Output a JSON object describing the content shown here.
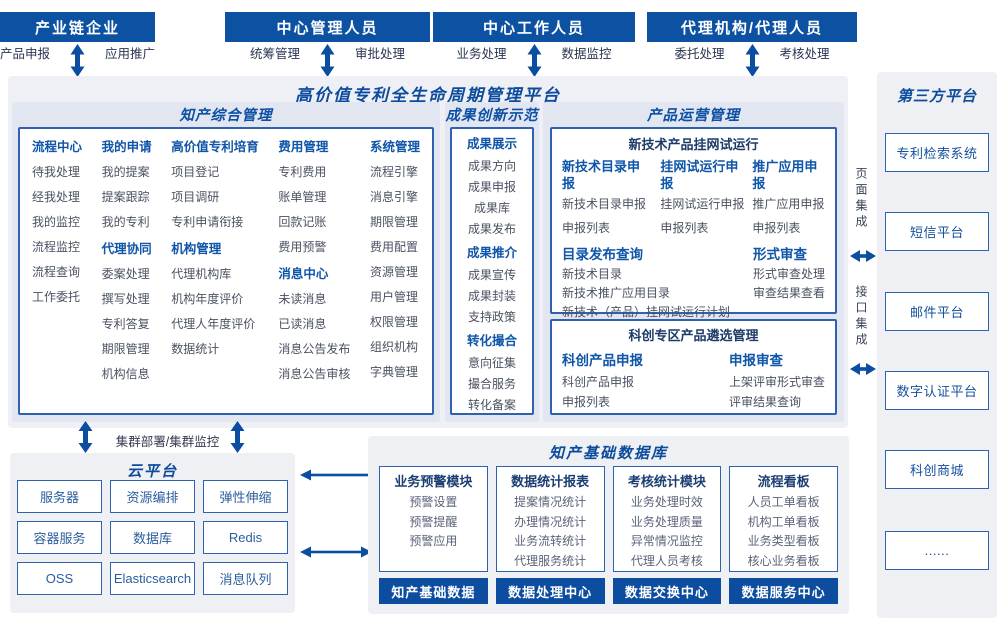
{
  "colors": {
    "bar_blue": "#0d52a2",
    "accent_blue": "#0f55a8",
    "title_blue": "#0d4c9c",
    "border_blue": "#2e62ad",
    "dark_footer_blue": "#0d4da0",
    "item_gray": "#4a5161",
    "panel_lavender": "#e2e6f1",
    "container_gray": "#eff0f5",
    "arrow_blue": "#0b4da1"
  },
  "actors": [
    {
      "title": "中心管理人员",
      "left": "统筹管理",
      "right": "审批处理"
    },
    {
      "title": "中心工作人员",
      "left": "业务处理",
      "right": "数据监控"
    },
    {
      "title": "代理机构/代理人员",
      "left": "委托处理",
      "right": "考核处理"
    },
    {
      "title": "产业链企业",
      "left": "产品申报",
      "right": "应用推广"
    }
  ],
  "platform": {
    "title": "高价值专利全生命周期管理平台"
  },
  "ip_mgmt": {
    "title": "知产综合管理",
    "columns": [
      {
        "groups": [
          {
            "header": "流程中心",
            "items": [
              "待我处理",
              "经我处理",
              "我的监控",
              "流程监控",
              "流程查询",
              "工作委托"
            ]
          }
        ]
      },
      {
        "groups": [
          {
            "header": "我的申请",
            "items": [
              "我的提案",
              "提案跟踪",
              "我的专利"
            ]
          },
          {
            "header": "代理协同",
            "items": [
              "委案处理",
              "撰写处理",
              "专利答复",
              "期限管理",
              "机构信息"
            ]
          }
        ]
      },
      {
        "groups": [
          {
            "header": "高价值专利培育",
            "items": [
              "项目登记",
              "项目调研",
              "专利申请衔接"
            ]
          },
          {
            "header": "机构管理",
            "items": [
              "代理机构库",
              "机构年度评价",
              "代理人年度评价",
              "数据统计"
            ]
          }
        ]
      },
      {
        "groups": [
          {
            "header": "费用管理",
            "items": [
              "专利费用",
              "账单管理",
              "回款记账",
              "费用预警"
            ]
          },
          {
            "header": "消息中心",
            "items": [
              "未读消息",
              "已读消息",
              "消息公告发布",
              "消息公告审核"
            ]
          }
        ]
      },
      {
        "groups": [
          {
            "header": "系统管理",
            "items": [
              "流程引擎",
              "消息引擎",
              "期限管理",
              "费用配置",
              "资源管理",
              "用户管理",
              "权限管理",
              "组织机构",
              "字典管理"
            ]
          }
        ]
      }
    ]
  },
  "achievement": {
    "title": "成果创新示范",
    "groups": [
      {
        "header": "成果展示",
        "items": [
          "成果方向",
          "成果申报",
          "成果库",
          "成果发布"
        ]
      },
      {
        "header": "成果推介",
        "items": [
          "成果宣传",
          "成果封装",
          "支持政策"
        ]
      },
      {
        "header": "转化撮合",
        "items": [
          "意向征集",
          "撮合服务",
          "转化备案"
        ]
      }
    ]
  },
  "product_ops": {
    "title": "产品运营管理",
    "trial": {
      "title": "新技术产品挂网试运行",
      "cols": [
        {
          "header": "新技术目录申报",
          "items": [
            "新技术目录申报",
            "申报列表"
          ]
        },
        {
          "header": "挂网试运行申报",
          "items": [
            "挂网试运行申报",
            "申报列表"
          ]
        },
        {
          "header": "推广应用申报",
          "items": [
            "推广应用申报",
            "申报列表"
          ]
        }
      ],
      "catalog": {
        "header": "目录发布查询",
        "items": [
          "新技术目录",
          "新技术推广应用目录",
          "新技术（产品）挂网试运行计划"
        ]
      },
      "review": {
        "header": "形式审查",
        "items": [
          "形式审查处理",
          "审查结果查看"
        ]
      }
    },
    "sci": {
      "title": "科创专区产品遴选管理",
      "cols": [
        {
          "header": "科创产品申报",
          "items": [
            "科创产品申报",
            "申报列表"
          ]
        },
        {
          "header": "申报审查",
          "items": [
            "上架评审形式审查",
            "评审结果查询"
          ]
        }
      ]
    }
  },
  "integration": {
    "page": "页面集成",
    "api": "接口集成"
  },
  "third_party": {
    "title": "第三方平台",
    "systems": [
      "专利检索系统",
      "短信平台",
      "邮件平台",
      "数字认证平台",
      "科创商城",
      "......"
    ]
  },
  "cluster": {
    "label": "集群部署/集群监控"
  },
  "cloud": {
    "title": "云平台",
    "services": [
      "服务器",
      "资源编排",
      "弹性伸缩",
      "容器服务",
      "数据库",
      "Redis",
      "OSS",
      "Elasticsearch",
      "消息队列"
    ]
  },
  "database": {
    "title": "知产基础数据库",
    "modules": [
      {
        "header": "业务预警模块",
        "items": [
          "预警设置",
          "预警提醒",
          "预警应用"
        ],
        "footer": "知产基础数据"
      },
      {
        "header": "数据统计报表",
        "items": [
          "提案情况统计",
          "办理情况统计",
          "业务流转统计",
          "代理服务统计"
        ],
        "footer": "数据处理中心"
      },
      {
        "header": "考核统计模块",
        "items": [
          "业务处理时效",
          "业务处理质量",
          "异常情况监控",
          "代理人员考核"
        ],
        "footer": "数据交换中心"
      },
      {
        "header": "流程看板",
        "items": [
          "人员工单看板",
          "机构工单看板",
          "业务类型看板",
          "核心业务看板"
        ],
        "footer": "数据服务中心"
      }
    ]
  }
}
